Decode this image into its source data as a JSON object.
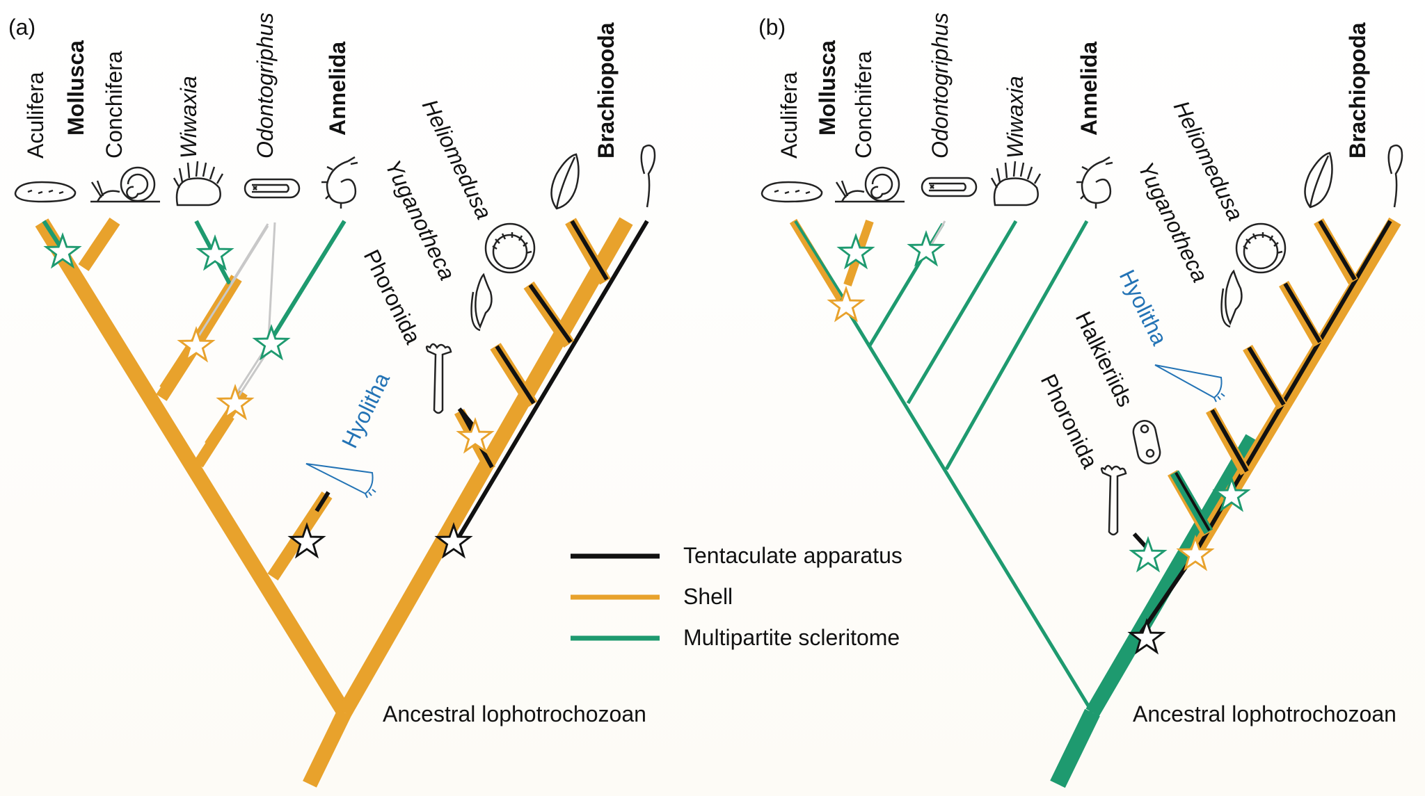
{
  "colors": {
    "shell": "#e8a22c",
    "scleritome": "#1e9a6f",
    "tentaculate": "#111111",
    "hyolitha": "#2373b5",
    "unknown": "#c8c8c8"
  },
  "icons": [
    "aculifera-icon",
    "conchifera-snail-icon",
    "wiwaxia-icon",
    "odontogriphus-icon",
    "annelid-icon",
    "heliomedusa-icon",
    "yuganotheca-icon",
    "phoronid-icon",
    "hyolith-icon",
    "brachiopod-shell-icon",
    "brachiopod-lingula-icon",
    "halkieriid-icon"
  ],
  "panel_a": {
    "letter": "(a)",
    "taxa": {
      "aculifera": "Aculifera",
      "mollusca": "Mollusca",
      "conchifera": "Conchifera",
      "wiwaxia": "Wiwaxia",
      "odontogriphus": "Odontogriphus",
      "annelida": "Annelida",
      "heliomedusa": "Heliomedusa",
      "yuganotheca": "Yuganotheca",
      "phoronida": "Phoronida",
      "hyolitha": "Hyolitha",
      "brachiopoda": "Brachiopoda"
    },
    "root_label": "Ancestral lophotrochozoan"
  },
  "panel_b": {
    "letter": "(b)",
    "taxa": {
      "aculifera": "Aculifera",
      "mollusca": "Mollusca",
      "conchifera": "Conchifera",
      "odontogriphus": "Odontogriphus",
      "wiwaxia": "Wiwaxia",
      "annelida": "Annelida",
      "heliomedusa": "Heliomedusa",
      "yuganotheca": "Yuganotheca",
      "hyolitha": "Hyolitha",
      "halkieriids": "Halkieriids",
      "phoronida": "Phoronida",
      "brachiopoda": "Brachiopoda"
    },
    "root_label": "Ancestral lophotrochozoan"
  },
  "legend": {
    "items": [
      {
        "label": "Tentaculate apparatus",
        "color": "#111111"
      },
      {
        "label": "Shell",
        "color": "#e8a22c"
      },
      {
        "label": "Multipartite scleritome",
        "color": "#1e9a6f"
      }
    ]
  }
}
